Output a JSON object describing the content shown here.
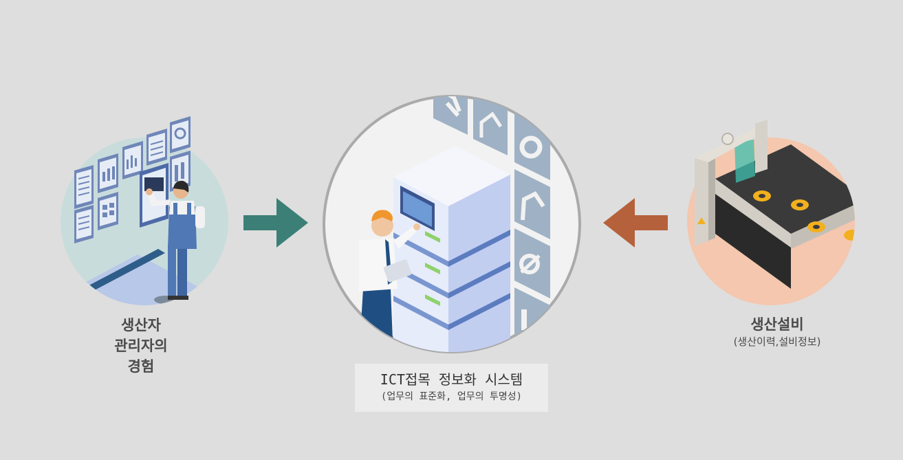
{
  "left": {
    "lines": [
      "생산자",
      "관리자의",
      "경험"
    ]
  },
  "center": {
    "title": "ICT접목 정보화 시스템",
    "subtitle": "(업무의 표준화, 업무의 투명성)"
  },
  "right": {
    "title": "생산설비",
    "subtitle": "(생산이력,설비정보)"
  },
  "colors": {
    "background": "#dedede",
    "left_arrow": "#3b7f77",
    "right_arrow": "#b5613b",
    "left_circle": "#c9dcdc",
    "right_circle": "#f4c7ae",
    "center_circle": "#f2f2f2"
  },
  "icons": [
    "dashboard-panel-icon",
    "robot-arm-icon",
    "gear-icon",
    "wrench-gear-icon",
    "factory-icon"
  ]
}
